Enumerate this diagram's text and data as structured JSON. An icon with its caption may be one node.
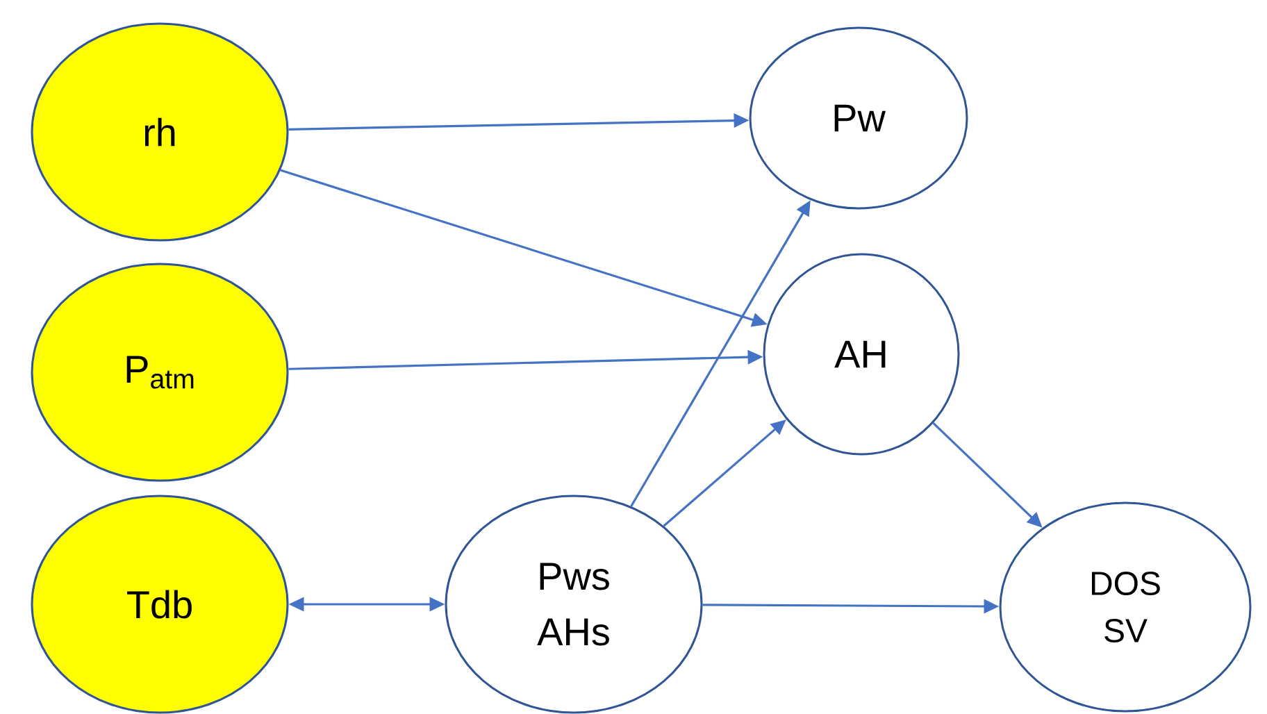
{
  "diagram": {
    "nodes": [
      {
        "text": [
          "rh"
        ]
      },
      {
        "text": [
          "P$_{atm}$"
        ]
      },
      {
        "text": [
          "Tdb"
        ]
      },
      {
        "text": [
          "Pw"
        ]
      },
      {
        "text": [
          "AH"
        ]
      },
      {
        "text": [
          "Pws",
          "AHs"
        ]
      },
      {
        "text": [
          "DOS",
          "SV"
        ]
      }
    ],
    "edges": [
      {
        "from": 0,
        "to": 3,
        "arrow": "to"
      },
      {
        "from": 0,
        "to": 4,
        "arrow": "to"
      },
      {
        "from": 1,
        "to": 4,
        "arrow": "to"
      },
      {
        "from": 2,
        "to": 5,
        "arrow": "both"
      },
      {
        "from": 5,
        "to": 3,
        "arrow": "to"
      },
      {
        "from": 5,
        "to": 4,
        "arrow": "to"
      },
      {
        "from": 4,
        "to": 6,
        "arrow": "to"
      },
      {
        "from": 5,
        "to": 6,
        "arrow": "to"
      }
    ]
  }
}
